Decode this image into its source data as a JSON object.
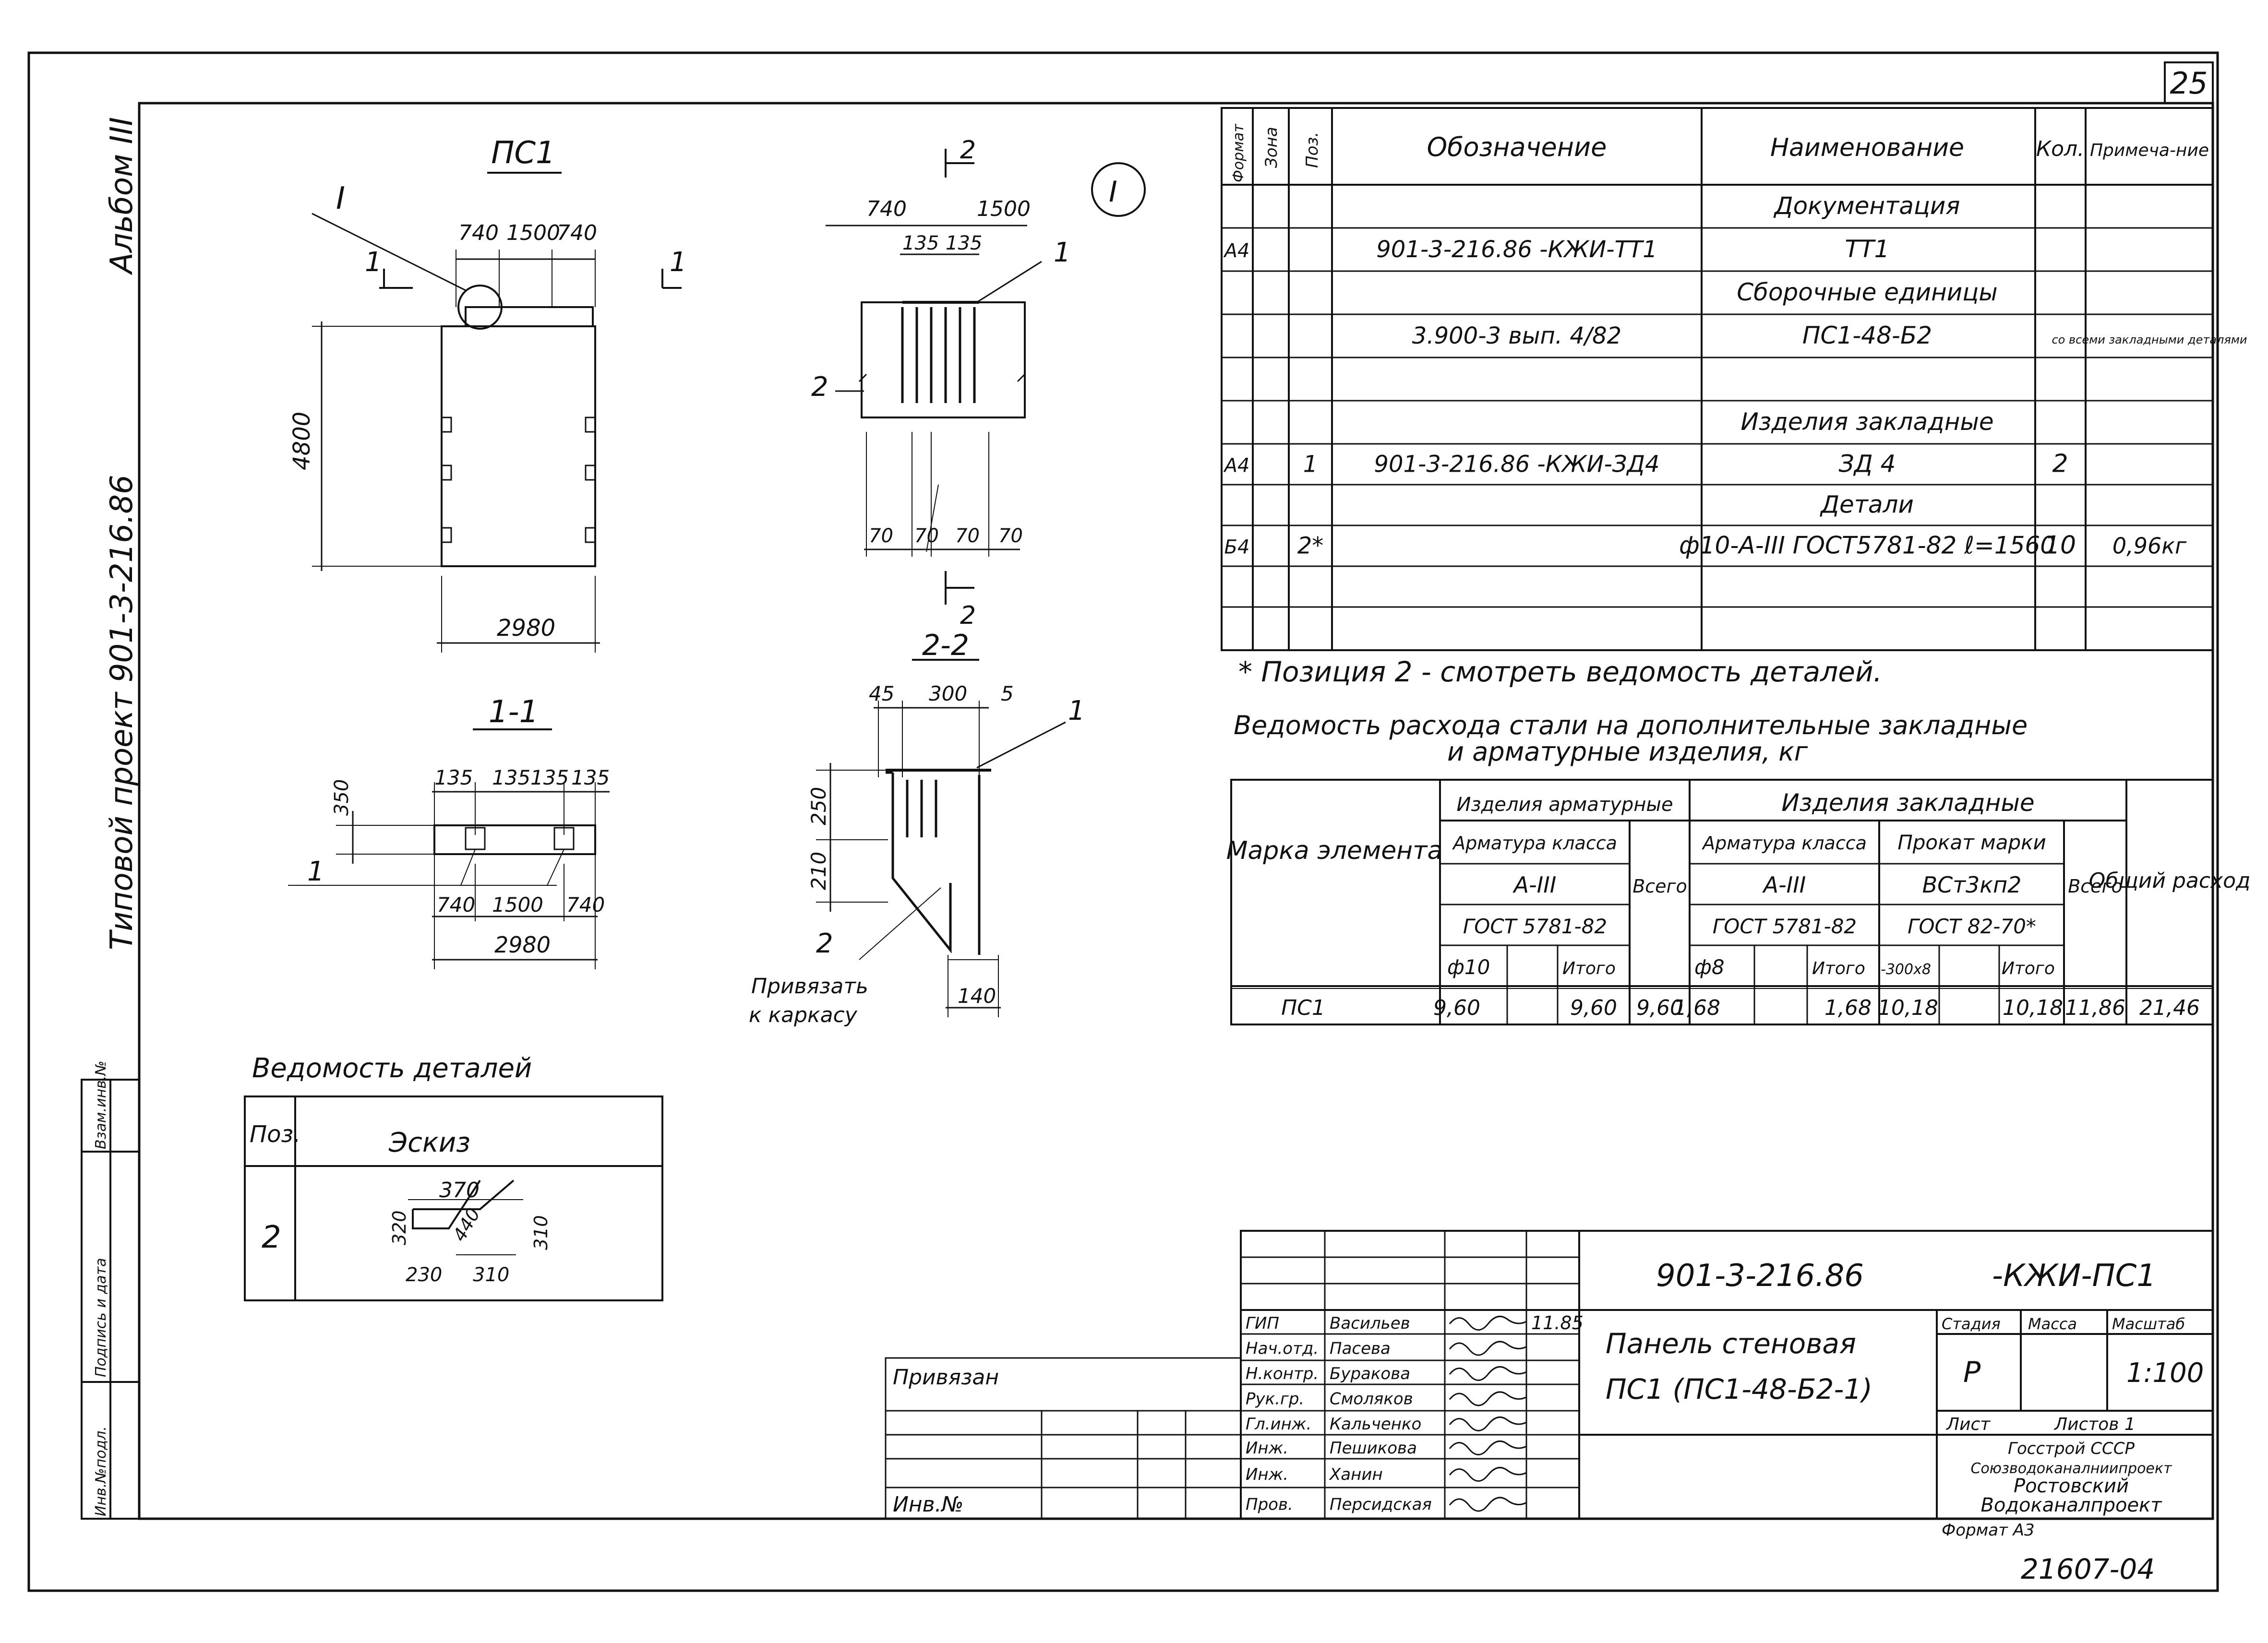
{
  "sheet_no": "25",
  "side_labels": {
    "album": "Альбом III",
    "project": "Типовой проект 901-3-216.86",
    "stamp_cols": [
      "Взам.инв.№",
      "Подпись и дата",
      "Инв.№подл."
    ]
  },
  "pc1": {
    "title": "ПС1",
    "callout": "I",
    "section_mark": "1",
    "dims_top": [
      "740",
      "1500",
      "740"
    ],
    "height": "4800",
    "width": "2980"
  },
  "detail_I": {
    "mark": "I",
    "dims_top": [
      "740",
      "1500"
    ],
    "dims_inner": [
      "135",
      "135"
    ],
    "dims_bottom": [
      "70",
      "70",
      "70",
      "70"
    ],
    "section_mark": "2",
    "pos": "1"
  },
  "section_11": {
    "title": "1-1",
    "dims_top": [
      "135",
      "135",
      "135",
      "135"
    ],
    "height": "350",
    "dims_bottom": [
      "740",
      "1500",
      "740"
    ],
    "total": "2980",
    "pos": "1"
  },
  "section_22": {
    "title": "2-2",
    "dims_top": [
      "45",
      "300",
      "5"
    ],
    "dims_left": [
      "250",
      "210"
    ],
    "bottom": "140",
    "pos1": "1",
    "pos2": "2",
    "note1": "Привязать",
    "note2": "к каркасу"
  },
  "spec": {
    "headers": [
      "Формат",
      "Зона",
      "Поз.",
      "Обозначение",
      "Наименование",
      "Кол.",
      "Примеча-ние"
    ],
    "rows": [
      [
        "",
        "",
        "",
        "",
        "Документация",
        "",
        ""
      ],
      [
        "А4",
        "",
        "",
        "901-3-216.86 -КЖИ-ТТ1",
        "ТТ1",
        "",
        ""
      ],
      [
        "",
        "",
        "",
        "",
        "Сборочные единицы",
        "",
        ""
      ],
      [
        "",
        "",
        "",
        "3.900-3 вып. 4/82",
        "ПС1-48-Б2",
        "",
        "со всеми закладными деталями"
      ],
      [
        "",
        "",
        "",
        "",
        "",
        "",
        ""
      ],
      [
        "",
        "",
        "",
        "",
        "Изделия закладные",
        "",
        ""
      ],
      [
        "А4",
        "",
        "1",
        "901-3-216.86 -КЖИ-ЗД4",
        "ЗД 4",
        "2",
        ""
      ],
      [
        "",
        "",
        "",
        "",
        "Детали",
        "",
        ""
      ],
      [
        "Б4",
        "",
        "2*",
        "",
        "ф10-А-III ГОСТ5781-82 ℓ=1560",
        "10",
        "0,96кг"
      ],
      [
        "",
        "",
        "",
        "",
        "",
        "",
        ""
      ],
      [
        "",
        "",
        "",
        "",
        "",
        "",
        ""
      ]
    ],
    "note": "* Позиция 2 - смотреть ведомость деталей."
  },
  "steel": {
    "title1": "Ведомость расхода стали на дополнительные закладные",
    "title2": "и арматурные изделия, кг",
    "h_mark": "Марка элемента",
    "h_arm": "Изделия арматурные",
    "h_zakl": "Изделия закладные",
    "h_total": "Общий расход",
    "h_arm_class": "Арматура класса",
    "h_prokat": "Прокат марки",
    "h_vsego": "Всего",
    "h_a3": "А-III",
    "h_vst": "ВСт3кп2",
    "h_gost1": "ГОСТ 5781-82",
    "h_gost2": "ГОСТ 5781-82",
    "h_gost3": "ГОСТ 82-70*",
    "h_d10": "ф10",
    "h_d8": "ф8",
    "h_strip": "-300х8",
    "h_itogo": "Итого",
    "row": [
      "ПС1",
      "9,60",
      "9,60",
      "9,60",
      "1,68",
      "1,68",
      "10,18",
      "10,18",
      "11,86",
      "21,46"
    ]
  },
  "details_sheet": {
    "title": "Ведомость деталей",
    "h_pos": "Поз.",
    "h_sketch": "Эскиз",
    "pos": "2",
    "dims": [
      "370",
      "320",
      "440",
      "310",
      "230",
      "310"
    ]
  },
  "title_block": {
    "code": "901-3-216.86",
    "code2": "-КЖИ-ПС1",
    "name1": "Панель стеновая",
    "name2": "ПС1 (ПС1-48-Б2-1)",
    "stage_h": "Стадия",
    "mass_h": "Масса",
    "scale_h": "Масштаб",
    "stage": "Р",
    "scale": "1:100",
    "sheet_h": "Лист",
    "sheets_h": "Листов 1",
    "org1": "Госстрой СССР",
    "org2": "Союзводоканалниипроект",
    "org3": "Ростовский",
    "org4": "Водоканалпроект",
    "format": "Формат А3",
    "roles": [
      "ГИП",
      "Нач.отд.",
      "Н.контр.",
      "Рук.гр.",
      "Гл.инж.",
      "Инж.",
      "Инж.",
      "Пров."
    ],
    "names": [
      "Васильев",
      "Пасева",
      "Буракова",
      "Смоляков",
      "Кальченко",
      "Пешикова",
      "Ханин",
      "Персидская"
    ],
    "date": "11.85",
    "privyazan": "Привязан",
    "inv": "Инв.№"
  },
  "doc_number": "21607-04"
}
